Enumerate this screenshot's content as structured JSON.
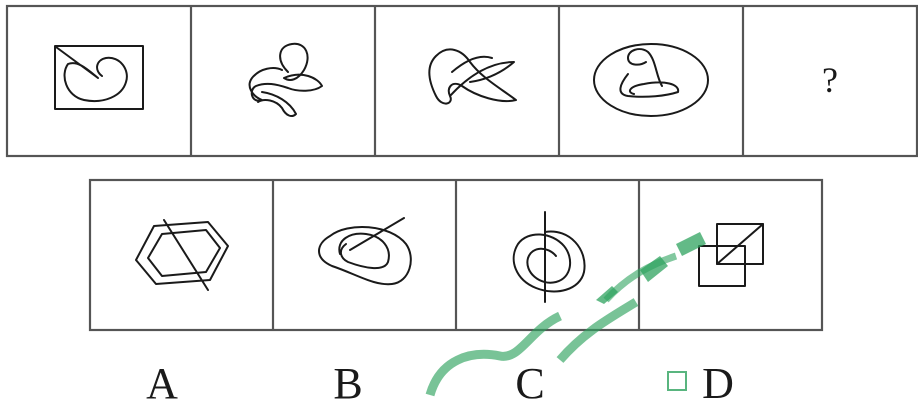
{
  "question": {
    "placeholder": "?"
  },
  "options": [
    {
      "label": "A"
    },
    {
      "label": "B"
    },
    {
      "label": "C"
    },
    {
      "label": "D"
    }
  ],
  "colors": {
    "ink": "#1a1a1a",
    "frame": "#555555",
    "watermark": "#2fa35f"
  },
  "icons": [
    "curve-in-square-figure",
    "tangled-loop-figure",
    "crossed-loop-figure",
    "loop-in-ellipse-figure",
    "double-hexagon-figure",
    "loop-with-line-figure",
    "spiral-with-line-figure",
    "overlapping-squares-figure"
  ]
}
